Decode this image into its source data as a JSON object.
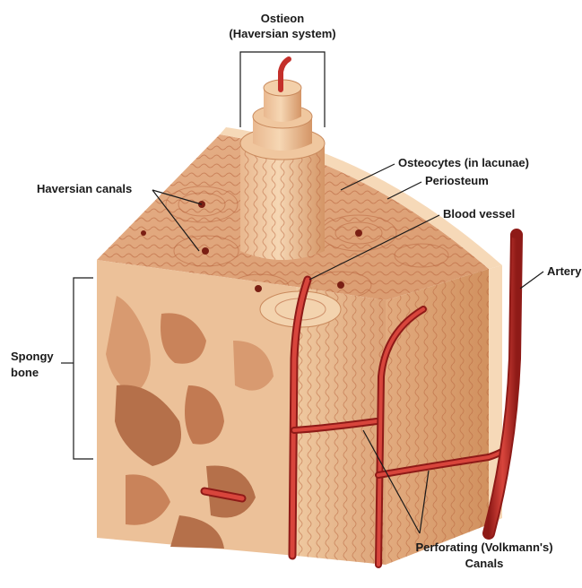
{
  "labels": {
    "osteon_line1": "Ostieon",
    "osteon_line2": "(Haversian system)",
    "osteocytes": "Osteocytes (in lacunae)",
    "periosteum": "Periosteum",
    "haversian_canals": "Haversian canals",
    "blood_vessel": "Blood vessel",
    "artery": "Artery",
    "spongy_line1": "Spongy",
    "spongy_line2": "bone",
    "perforating_line1": "Perforating (Volkmann's)",
    "perforating_line2": "Canals"
  },
  "colors": {
    "bone_light": "#f2cfa6",
    "bone_mid": "#e8b98a",
    "bone_dark": "#c98a5d",
    "lamella": "#b8643e",
    "vessel": "#c4302b",
    "vessel_dark": "#8e1a17",
    "periosteum": "#f6d9b8",
    "leader": "#1a1a1a"
  },
  "icons": [
    "bone-block-illustration"
  ]
}
